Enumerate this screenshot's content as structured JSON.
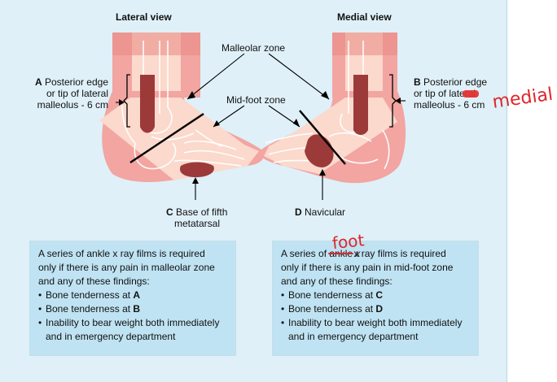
{
  "titles": {
    "lateral": "Lateral view",
    "medial": "Medial view"
  },
  "zones": {
    "malleolar": "Malleolar zone",
    "midfoot": "Mid-foot zone"
  },
  "points": {
    "a_letter": "A",
    "a_lines": [
      "Posterior edge",
      "or tip of lateral",
      "malleolus - 6 cm"
    ],
    "b_letter": "B",
    "b_lines": [
      "Posterior edge",
      "or tip of lateral",
      "malleolus - 6 cm"
    ],
    "c_letter": "C",
    "c_lines": [
      "Base of fifth",
      "metatarsal"
    ],
    "d_letter": "D",
    "d_text": "Navicular"
  },
  "box_left": {
    "intro_lines": [
      "A series of ankle x ray films is required",
      "only if there is any pain in malleolar zone",
      "and any of these findings:"
    ],
    "bullet_prefix": "Bone tenderness at",
    "bullet_a": "A",
    "bullet_b": "B",
    "bullet_c_lines": [
      "Inability to bear weight both immediately",
      "and in emergency department"
    ]
  },
  "box_right": {
    "intro_line1_pre": "A series of",
    "intro_line1_struck": "ankle",
    "intro_line1_post": "x ray films is required",
    "intro_lines_rest": [
      "only if there is any pain in mid-foot zone",
      "and any of these findings:"
    ],
    "bullet_prefix": "Bone tenderness at",
    "bullet_a": "C",
    "bullet_b": "D",
    "bullet_c_lines": [
      "Inability to bear weight both immediately",
      "and in emergency department"
    ]
  },
  "handwriting": {
    "foot": "foot",
    "medial": "medial"
  },
  "colors": {
    "panel": "#dff0f8",
    "box": "#bfe3f3",
    "skin": "#f2a5a1",
    "skin_light": "#fbd9cc",
    "zone_dark": "#9c3a3a",
    "ink_red": "#e0262a"
  }
}
